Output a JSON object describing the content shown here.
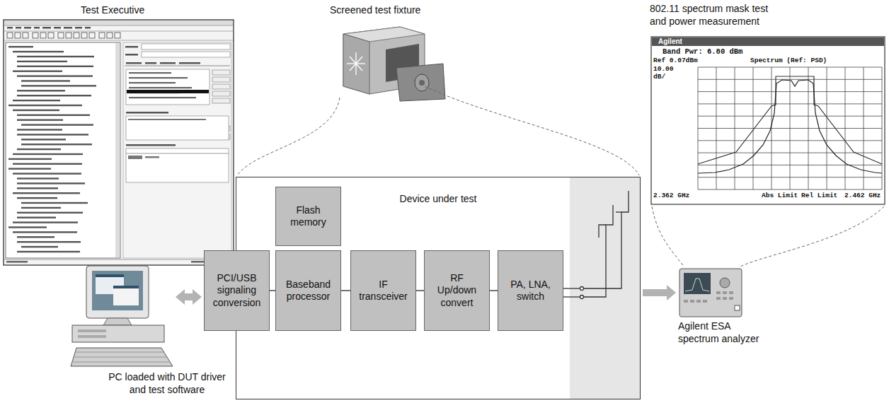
{
  "diagram": {
    "nodes": [
      {
        "text": [
          "Device under test"
        ]
      },
      {
        "text": [
          "Flash memory"
        ],
        "in": 0
      },
      {
        "text": [
          "PCI/USB signaling conversion"
        ],
        "in": 0
      },
      {
        "text": [
          "Baseband processor"
        ],
        "in": 0
      },
      {
        "text": [
          "IF transceiver"
        ],
        "in": 0
      },
      {
        "text": [
          "RF Up/down convert"
        ],
        "in": 0
      },
      {
        "text": [
          "PA, LNA, switch"
        ],
        "in": 0
      },
      {
        "text": [
          "PC loaded with DUT driver and test software"
        ]
      },
      {
        "text": [
          "Agilent ESA spectrum analyzer"
        ]
      }
    ],
    "edges": [
      {
        "from": 7,
        "to": 2,
        "arrow": "both"
      },
      {
        "from": 2,
        "to": 3,
        "arrow": "none"
      },
      {
        "from": 3,
        "to": 4,
        "arrow": "none"
      },
      {
        "from": 4,
        "to": 5,
        "arrow": "none"
      },
      {
        "from": 5,
        "to": 6,
        "arrow": "none"
      },
      {
        "from": 0,
        "to": 8,
        "arrow": "to"
      }
    ],
    "labels": [
      "Test Executive",
      "Screened test fixture",
      "802.11 spectrum mask test and power measurement",
      "Agilent",
      "Band Pwr: 6.80 dBm",
      "Ref 0.07dBm",
      "Spectrum (Ref: PSD)",
      "10.00",
      "dB/",
      "2.362 GHz",
      "Abs Limit",
      "Rel Limit",
      "2.462 GHz"
    ]
  }
}
